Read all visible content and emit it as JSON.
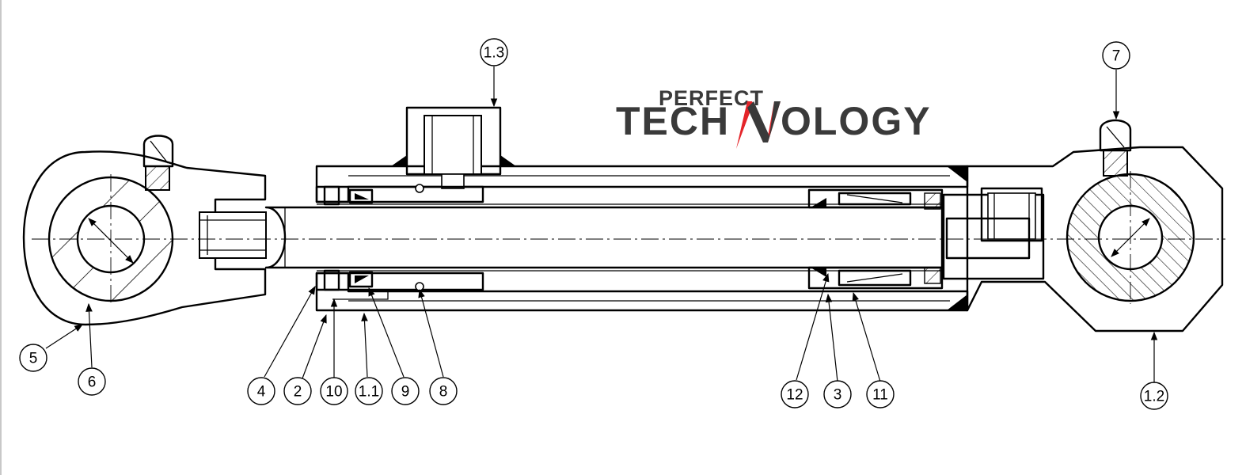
{
  "logo": {
    "line1": "PERFECT",
    "line2_left": "TECH",
    "line2_right": "OLOGY",
    "accent_color": "#e4252a",
    "text_color": "#3a3a3a"
  },
  "callouts": {
    "c1_3": "1.3",
    "c7": "7",
    "c5": "5",
    "c6": "6",
    "c4": "4",
    "c2": "2",
    "c10": "10",
    "c1_1": "1.1",
    "c9": "9",
    "c8": "8",
    "c12": "12",
    "c3": "3",
    "c11": "11",
    "c1_2": "1.2"
  }
}
